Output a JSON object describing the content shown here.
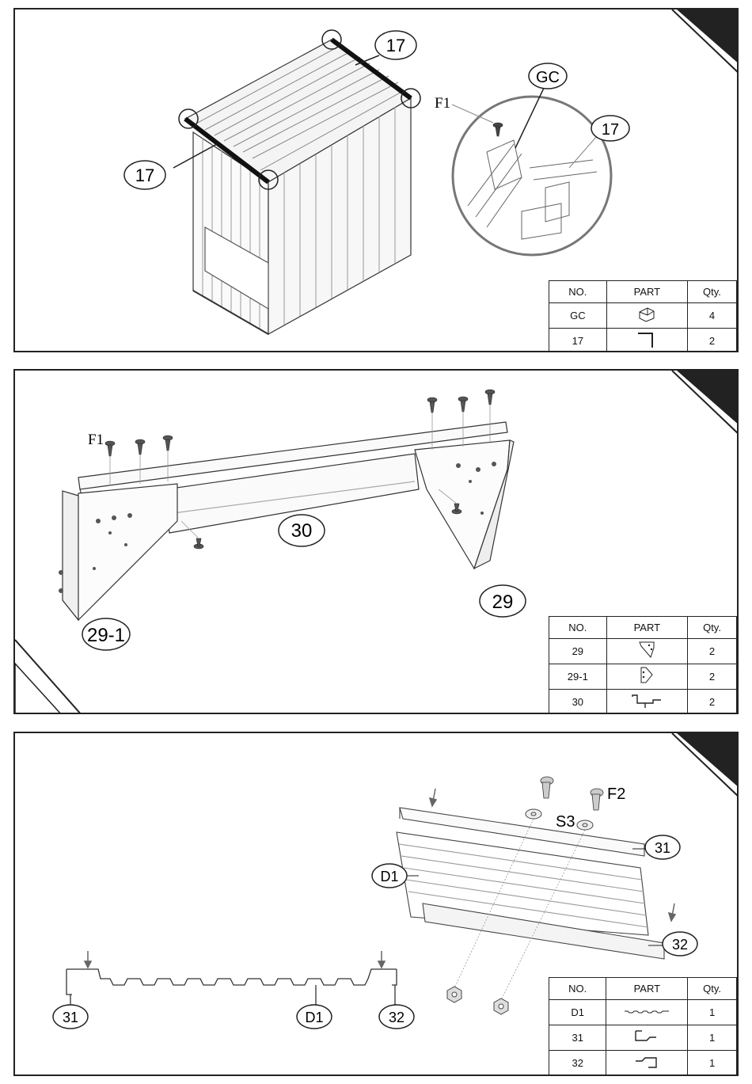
{
  "panel1": {
    "callouts": {
      "rail_left": "17",
      "rail_right": "17",
      "detail_rail": "17",
      "detail_gc": "GC",
      "detail_screw": "F1"
    },
    "table": {
      "headers": [
        "NO.",
        "PART",
        "Qty."
      ],
      "rows": [
        {
          "no": "GC",
          "icon": "corner-bracket-icon",
          "qty": "4"
        },
        {
          "no": "17",
          "icon": "angle-rail-icon",
          "qty": "2"
        }
      ]
    }
  },
  "panel2": {
    "callouts": {
      "screw": "F1",
      "beam": "30",
      "bracket_right": "29",
      "bracket_left": "29-1"
    },
    "table": {
      "headers": [
        "NO.",
        "PART",
        "Qty."
      ],
      "rows": [
        {
          "no": "29",
          "icon": "right-bracket-icon",
          "qty": "2"
        },
        {
          "no": "29-1",
          "icon": "left-bracket-icon",
          "qty": "2"
        },
        {
          "no": "30",
          "icon": "channel-beam-icon",
          "qty": "2"
        }
      ]
    }
  },
  "panel3": {
    "callouts": {
      "screw": "F2",
      "washer": "S3",
      "top_rail": "31",
      "panel": "D1",
      "bottom_rail": "32",
      "section_left": "31",
      "section_mid": "D1",
      "section_right": "32"
    },
    "table": {
      "headers": [
        "NO.",
        "PART",
        "Qty."
      ],
      "rows": [
        {
          "no": "D1",
          "icon": "corrugated-panel-icon",
          "qty": "1"
        },
        {
          "no": "31",
          "icon": "top-rail-profile-icon",
          "qty": "1"
        },
        {
          "no": "32",
          "icon": "bottom-rail-profile-icon",
          "qty": "1"
        }
      ]
    }
  }
}
